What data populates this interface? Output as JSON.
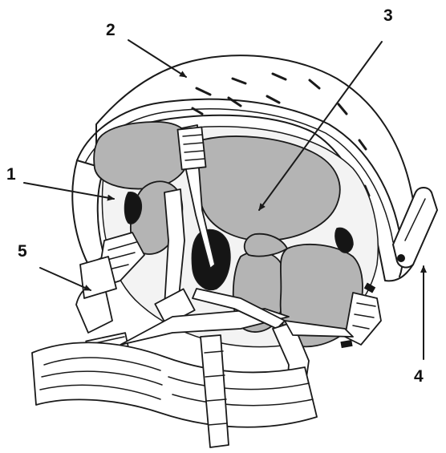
{
  "callouts": [
    {
      "id": "1",
      "label": "1"
    },
    {
      "id": "2",
      "label": "2"
    },
    {
      "id": "3",
      "label": "3"
    },
    {
      "id": "4",
      "label": "4"
    },
    {
      "id": "5",
      "label": "5"
    }
  ],
  "colors": {
    "background": "#ffffff",
    "outline": "#1a1a1a",
    "pad_fill": "#b4b4b4",
    "dark_pad": "#151515",
    "strap_fill": "#ffffff"
  },
  "icons": [
    "arrow-icon"
  ]
}
